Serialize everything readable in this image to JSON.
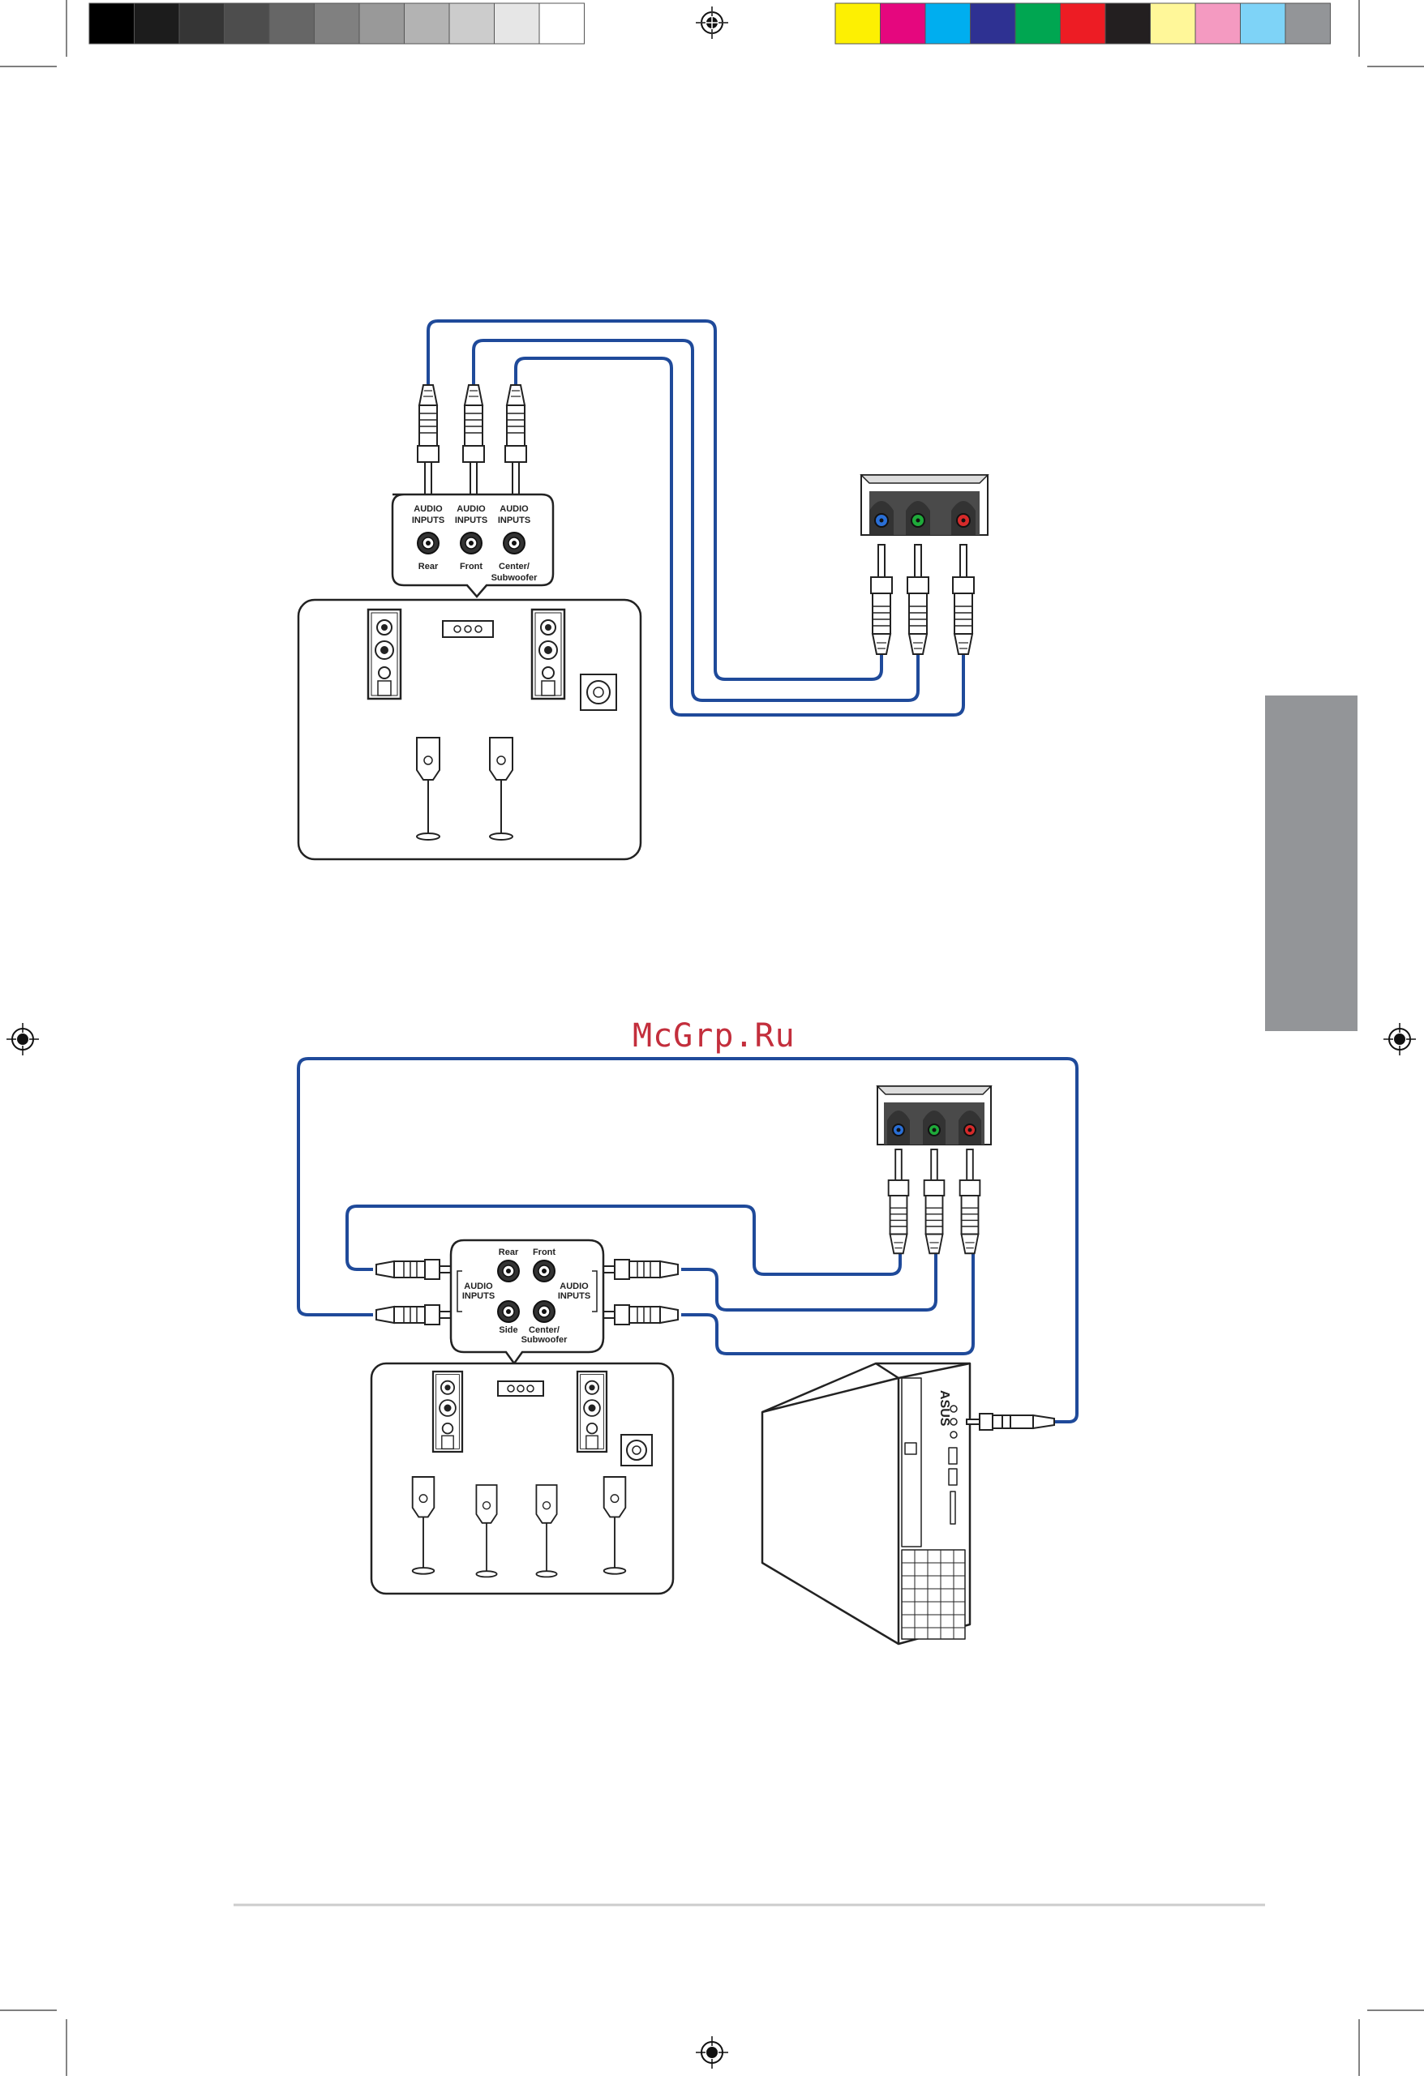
{
  "watermark": "McGrp.Ru",
  "calibration_strip": {
    "grays": [
      "#000000",
      "#1c1c1c",
      "#353535",
      "#4d4d4d",
      "#666666",
      "#808080",
      "#999999",
      "#b3b3b3",
      "#cccccc",
      "#e6e6e6",
      "#ffffff"
    ],
    "colors": [
      "#fdf002",
      "#e5077e",
      "#00aeef",
      "#2e3192",
      "#00a651",
      "#ed1c24",
      "#231f20",
      "#fff799",
      "#f49ac1",
      "#7ed3f7",
      "#939598"
    ]
  },
  "cable_color": "#1f4a9a",
  "jack_colors": [
    "#2a6fd6",
    "#1faa3a",
    "#d62a2a"
  ],
  "side_tab_color": "#939598",
  "diagram1": {
    "labels": [
      {
        "line1": "AUDIO",
        "line2": "INPUTS",
        "caption": "Rear"
      },
      {
        "line1": "AUDIO",
        "line2": "INPUTS",
        "caption": "Front"
      },
      {
        "line1": "AUDIO",
        "line2": "INPUTS",
        "caption": "Center/",
        "caption2": "Subwoofer"
      }
    ]
  },
  "diagram2": {
    "rear": "Rear",
    "front": "Front",
    "side": "Side",
    "center": "Center/",
    "subwoofer": "Subwoofer",
    "audio": "AUDIO",
    "inputs": "INPUTS",
    "brand": "ASUS"
  }
}
